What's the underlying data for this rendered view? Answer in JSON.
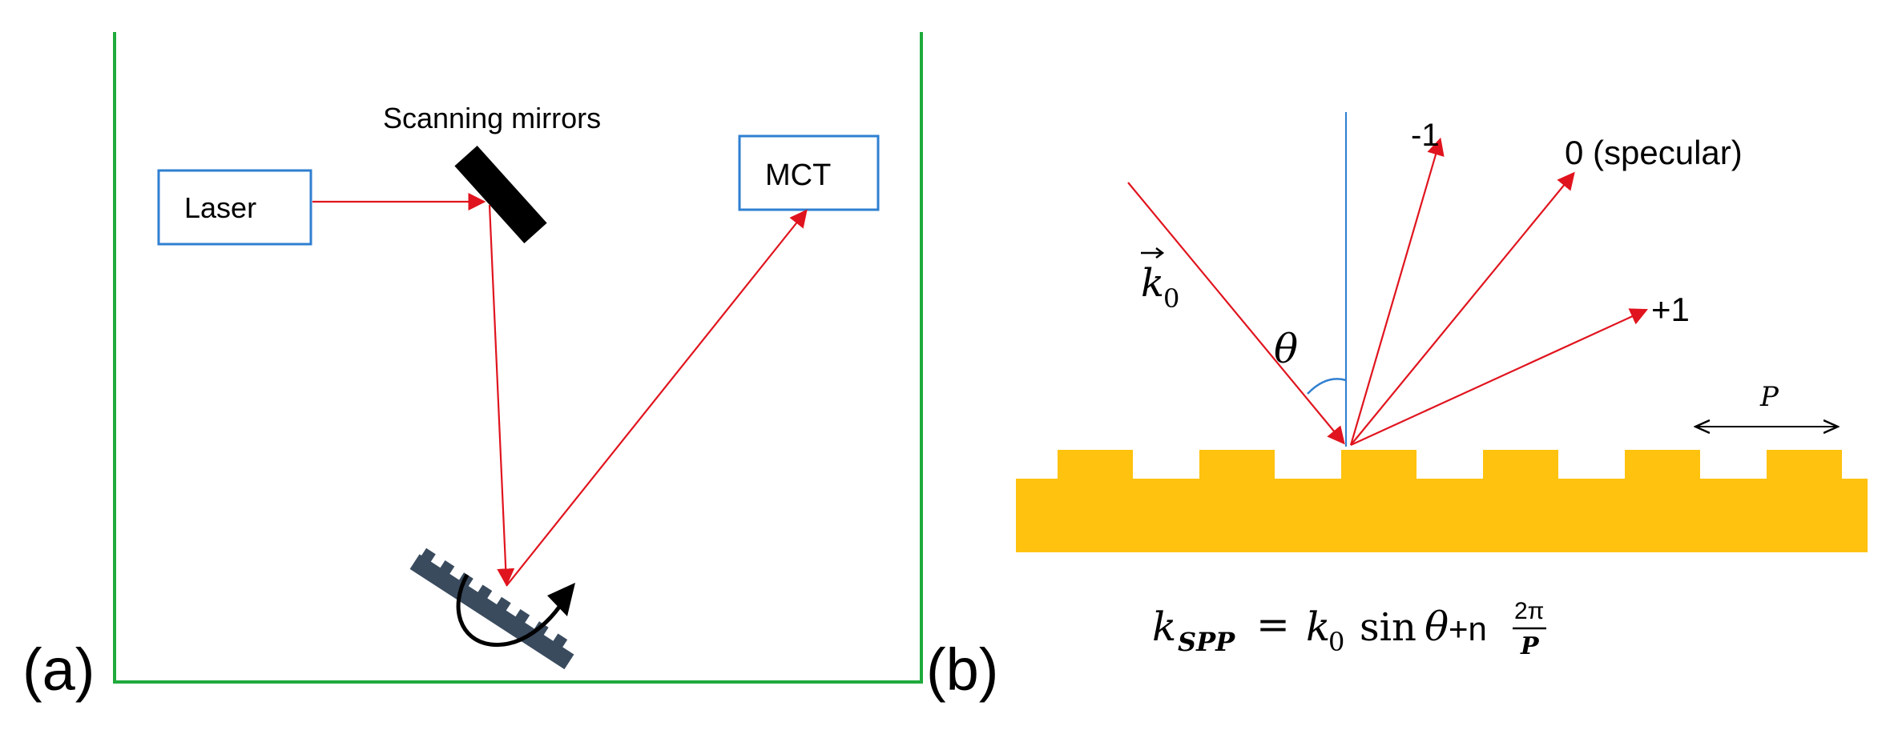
{
  "panel_a": {
    "label": "(a)",
    "laser_label": "Laser",
    "mirror_label": "Scanning mirrors",
    "detector_label": "MCT"
  },
  "panel_b": {
    "label": "(b)",
    "order_minus1": "-1",
    "order_0": "0 (specular)",
    "order_plus1": "+1",
    "incident_symbol": "k",
    "incident_subscript": "0",
    "angle_symbol": "θ",
    "period_symbol": "P",
    "equation": {
      "lhs_k": "k",
      "lhs_sub": "SPP",
      "equals": "=",
      "rhs_k": "k",
      "rhs_sub": "0",
      "sin": "sin",
      "theta": "θ",
      "plus_n": "+n",
      "frac_num": "2π",
      "frac_den": "P"
    }
  },
  "colors": {
    "enclosure": "#1faa3c",
    "beam": "#e0141e",
    "box_border": "#2f7fd1",
    "mirror": "#000000",
    "grating_a": "#3a4b5e",
    "grating_b": "#ffc20e",
    "normal": "#2f7fd1"
  }
}
